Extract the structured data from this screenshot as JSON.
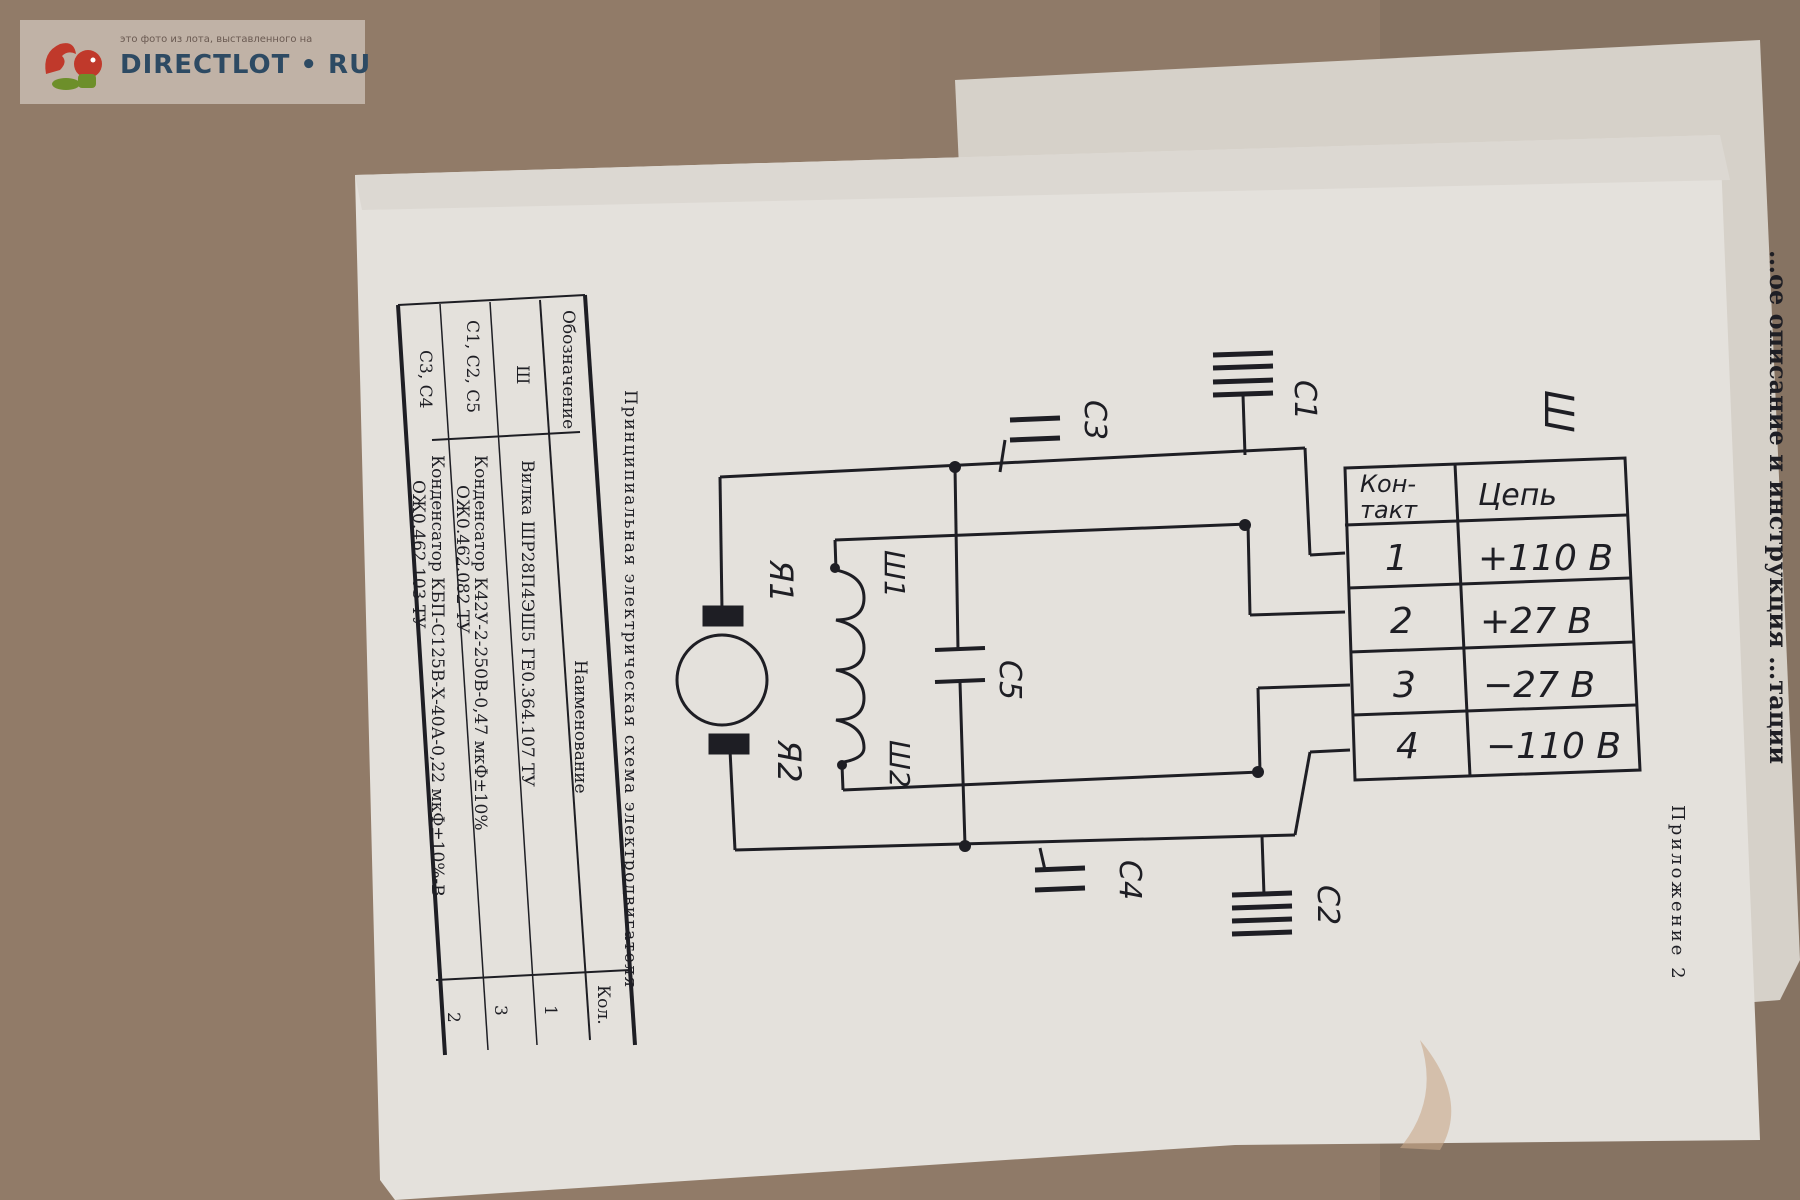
{
  "watermark": {
    "caption": "это фото из лота, выставленного на",
    "brand": "DIRECTLOT • RU"
  },
  "document": {
    "appendix": "Приложение 2",
    "diagram_title": "Принципиальная электрическая схема электродвигателя",
    "connector_label": "Ш",
    "motor_terminals": [
      "Я1",
      "Я2"
    ],
    "winding_terminals": [
      "Ш1",
      "Ш2"
    ],
    "capacitors": [
      "С1",
      "С2",
      "С3",
      "С4",
      "С5"
    ],
    "pin_table": {
      "headers": [
        "Кон-",
        "такт",
        "Цепь"
      ],
      "rows": [
        {
          "contact": "1",
          "circuit": "+110 В"
        },
        {
          "contact": "2",
          "circuit": "+27 В"
        },
        {
          "contact": "3",
          "circuit": "−27 В"
        },
        {
          "contact": "4",
          "circuit": "−110 В"
        }
      ]
    },
    "parts_table": {
      "headers": [
        "Обозначение",
        "Наименование",
        "Кол."
      ],
      "rows": [
        {
          "designation": "Ш",
          "name": "Вилка ШР28П4ЭШ5 ГЕ0.364.107 ТУ",
          "name2": "",
          "qty": "1"
        },
        {
          "designation": "С1, С2, С5",
          "name": "Конденсатор К42У-2-250В-0,47 мкФ±10%",
          "name2": "ОЖ0.462.082 ТУ",
          "qty": "3"
        },
        {
          "designation": "С3, С4",
          "name": "Конденсатор КБП-С125В-Х-40А-0,22 мкФ±10%-В",
          "name2": "ОЖ0.462.103 ТУ",
          "qty": "2"
        }
      ]
    },
    "background_text": "…ое описание и инструкция …тации"
  },
  "colors": {
    "cardboard": "#8f7a68",
    "paper": "#e4e1dc",
    "ink": "#1e1e24",
    "watermark_brand": "#2d4a63"
  }
}
